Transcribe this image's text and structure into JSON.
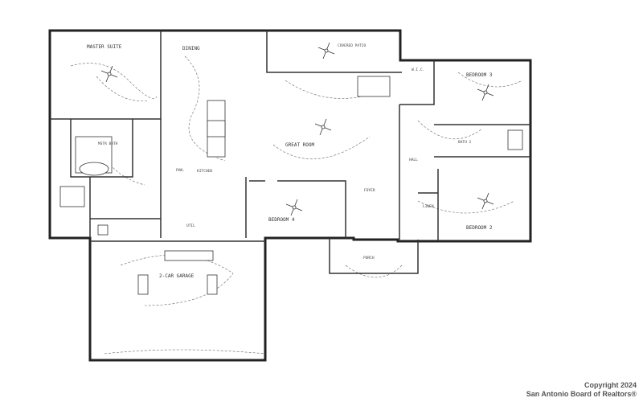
{
  "rooms": {
    "master_suite": "MASTER SUITE",
    "dining": "DINING",
    "covered_patio": "COVERED PATIO",
    "wic": "W.I.C.",
    "bedroom_3": "BEDROOM 3",
    "master_bath": "MSTR BATH",
    "kitchen": "KITCHEN",
    "great_room": "GREAT ROOM",
    "bath_2": "BATH 2",
    "hall": "HALL",
    "bedroom_4": "BEDROOM 4",
    "foyer": "FOYER",
    "bedroom_2": "BEDROOM 2",
    "linen": "LINEN",
    "utility": "UTIL",
    "pantry": "PAN.",
    "garage": "2-CAR GARAGE",
    "porch": "PORCH"
  },
  "copyright": {
    "line1": "Copyright 2024",
    "line2": "San Antonio Board of Realtors®"
  }
}
